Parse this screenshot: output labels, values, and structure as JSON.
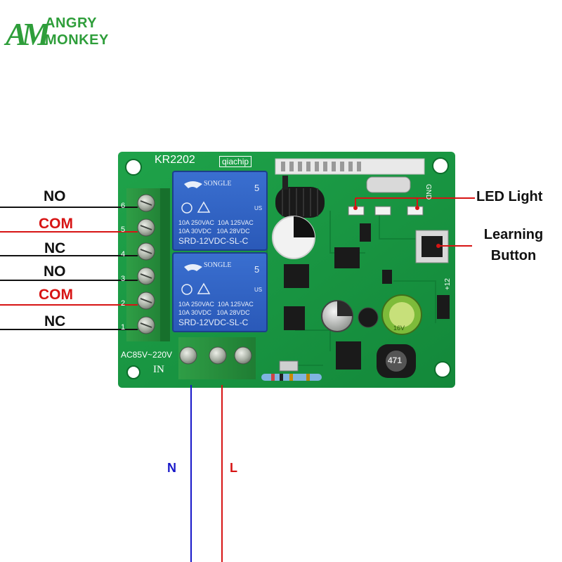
{
  "logo": {
    "mark": "AM",
    "line1": "ANGRY",
    "line2": "MONKEY"
  },
  "terminals": [
    {
      "label": "NO",
      "color": "#111111",
      "wire_color": "#111111"
    },
    {
      "label": "COM",
      "color": "#d71414",
      "wire_color": "#d71414"
    },
    {
      "label": "NC",
      "color": "#111111",
      "wire_color": "#111111"
    },
    {
      "label": "NO",
      "color": "#111111",
      "wire_color": "#111111"
    },
    {
      "label": "COM",
      "color": "#d71414",
      "wire_color": "#d71414"
    },
    {
      "label": "NC",
      "color": "#111111",
      "wire_color": "#111111"
    }
  ],
  "terminal_numbers": [
    "6",
    "5",
    "4",
    "3",
    "2",
    "1"
  ],
  "board": {
    "model": "KR2202",
    "brand": "qiachip",
    "power_label": "AC85V~220V",
    "input_label": "IN",
    "gnd_label": "GND",
    "plus12_label": "+12",
    "inductor_label": "471",
    "capacitor_label": "16V",
    "relay": {
      "brand": "SONGLE",
      "rating_line1": "10A 250VAC  10A 125VAC",
      "rating_line2": "10A 30VDC   10A 28VDC",
      "model": "SRD-12VDC-SL-C",
      "cert_number": "5",
      "cert_mark": "US"
    }
  },
  "annotations": {
    "led_light": "LED Light",
    "learning_line1": "Learning",
    "learning_line2": "Button"
  },
  "power_wires": {
    "n_label": "N",
    "n_color": "#1717c9",
    "l_label": "L",
    "l_color": "#d71414"
  }
}
